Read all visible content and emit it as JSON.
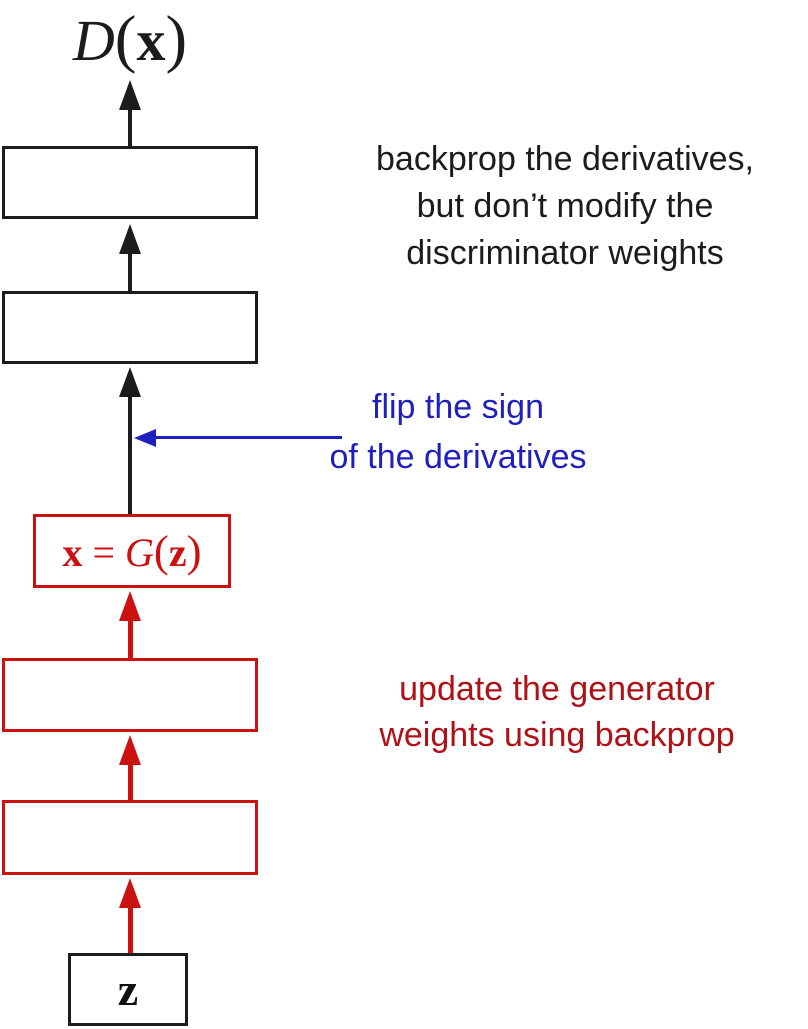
{
  "colors": {
    "discriminator_black": "#1c1c1c",
    "generator_red": "#cc1111",
    "generator_note_red": "#b01116",
    "flip_sign_blue": "#1f1fbf",
    "background": "#ffffff"
  },
  "labels": {
    "discriminator_output": {
      "d": "D",
      "open_paren": "(",
      "x": "x",
      "close_paren": ")"
    },
    "generator_output": {
      "x": "x",
      "equals": "=",
      "g": "G",
      "open_paren": "(",
      "z": "z",
      "close_paren": ")"
    },
    "noise_input": "z"
  },
  "annotations": {
    "discriminator_note": {
      "lines": [
        "backprop the derivatives,",
        "but don’t modify the",
        "discriminator weights"
      ]
    },
    "flip_sign_note": {
      "lines": [
        "flip the sign",
        "of the derivatives"
      ]
    },
    "generator_note": {
      "lines": [
        "update the generator",
        "weights using backprop"
      ]
    }
  }
}
